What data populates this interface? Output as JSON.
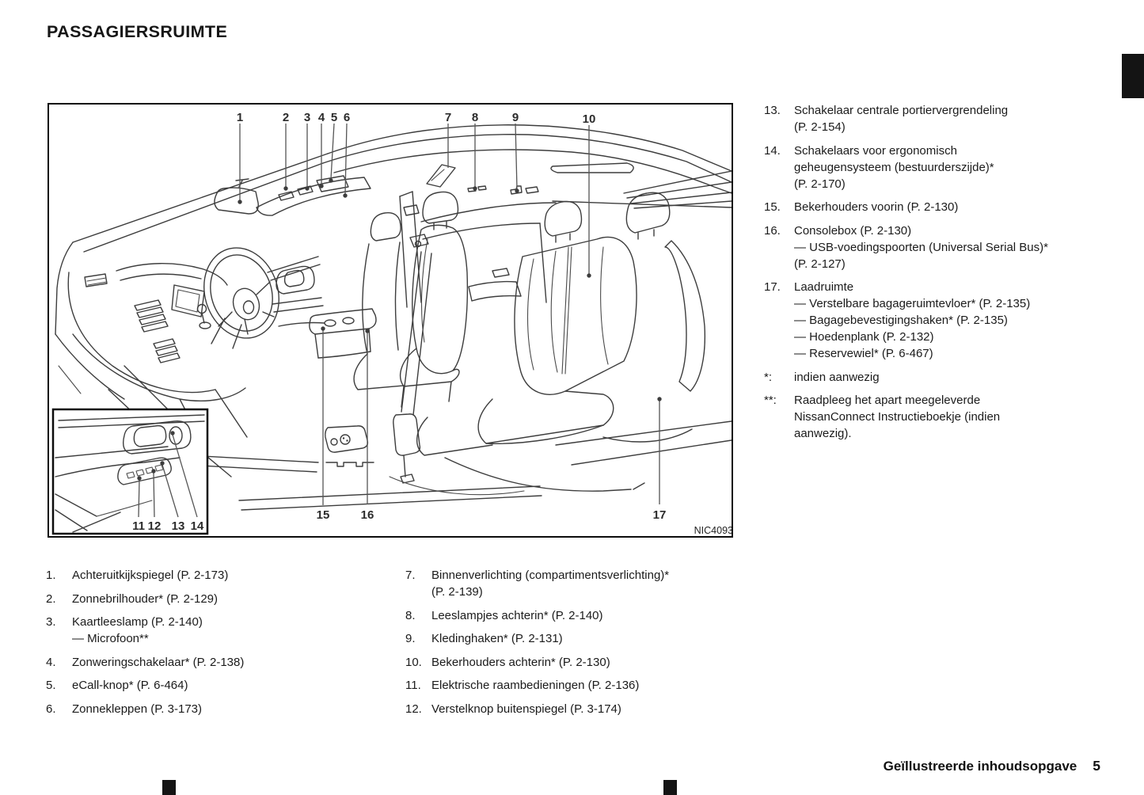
{
  "page": {
    "title": "PASSAGIERSRUIMTE"
  },
  "diagram": {
    "figure_code": "NIC4093",
    "callouts": [
      "1",
      "2",
      "3",
      "4",
      "5",
      "6",
      "7",
      "8",
      "9",
      "10",
      "11",
      "12",
      "13",
      "14",
      "15",
      "16",
      "17"
    ]
  },
  "lists": {
    "left": {
      "items": [
        {
          "num": "1.",
          "lines": [
            "Achteruitkijkspiegel (P. 2-173)"
          ]
        },
        {
          "num": "2.",
          "lines": [
            "Zonnebrilhouder* (P. 2-129)"
          ]
        },
        {
          "num": "3.",
          "lines": [
            "Kaartleeslamp (P. 2-140)",
            "— Microfoon**"
          ]
        },
        {
          "num": "4.",
          "lines": [
            "Zonweringschakelaar* (P. 2-138)"
          ]
        },
        {
          "num": "5.",
          "lines": [
            "eCall-knop* (P. 6-464)"
          ]
        },
        {
          "num": "6.",
          "lines": [
            "Zonnekleppen (P. 3-173)"
          ]
        }
      ]
    },
    "middle": {
      "items": [
        {
          "num": "7.",
          "lines": [
            "Binnenverlichting (compartimentsverlichting)*",
            "(P. 2-139)"
          ]
        },
        {
          "num": "8.",
          "lines": [
            "Leeslampjes achterin* (P. 2-140)"
          ]
        },
        {
          "num": "9.",
          "lines": [
            "Kledinghaken* (P. 2-131)"
          ]
        },
        {
          "num": "10.",
          "lines": [
            "Bekerhouders achterin* (P. 2-130)"
          ]
        },
        {
          "num": "11.",
          "lines": [
            "Elektrische raambedieningen (P. 2-136)"
          ]
        },
        {
          "num": "12.",
          "lines": [
            "Verstelknop buitenspiegel (P. 3-174)"
          ]
        }
      ]
    },
    "right": {
      "items": [
        {
          "num": "13.",
          "lines": [
            "Schakelaar centrale portiervergrendeling",
            "(P. 2-154)"
          ]
        },
        {
          "num": "14.",
          "lines": [
            "Schakelaars voor ergonomisch",
            "geheugensysteem (bestuurderszijde)*",
            "(P. 2-170)"
          ]
        },
        {
          "num": "15.",
          "lines": [
            "Bekerhouders voorin (P. 2-130)"
          ]
        },
        {
          "num": "16.",
          "lines": [
            "Consolebox (P. 2-130)",
            "— USB-voedingspoorten (Universal Serial Bus)*",
            "(P. 2-127)"
          ]
        },
        {
          "num": "17.",
          "lines": [
            "Laadruimte",
            "— Verstelbare bagageruimtevloer* (P. 2-135)",
            "— Bagagebevestigingshaken* (P. 2-135)",
            "— Hoedenplank (P. 2-132)",
            "— Reservewiel* (P. 6-467)"
          ]
        },
        {
          "num": "*:",
          "lines": [
            "indien aanwezig"
          ]
        },
        {
          "num": "**:",
          "lines": [
            "Raadpleeg het apart meegeleverde",
            "NissanConnect Instructieboekje (indien",
            "aanwezig)."
          ]
        }
      ]
    }
  },
  "footer": {
    "section_label": "Geïllustreerde inhoudsopgave",
    "page_number": "5"
  },
  "colors": {
    "text": "#1d1d1d",
    "line_art": "#3d3d3d",
    "tab_black": "#141414"
  }
}
